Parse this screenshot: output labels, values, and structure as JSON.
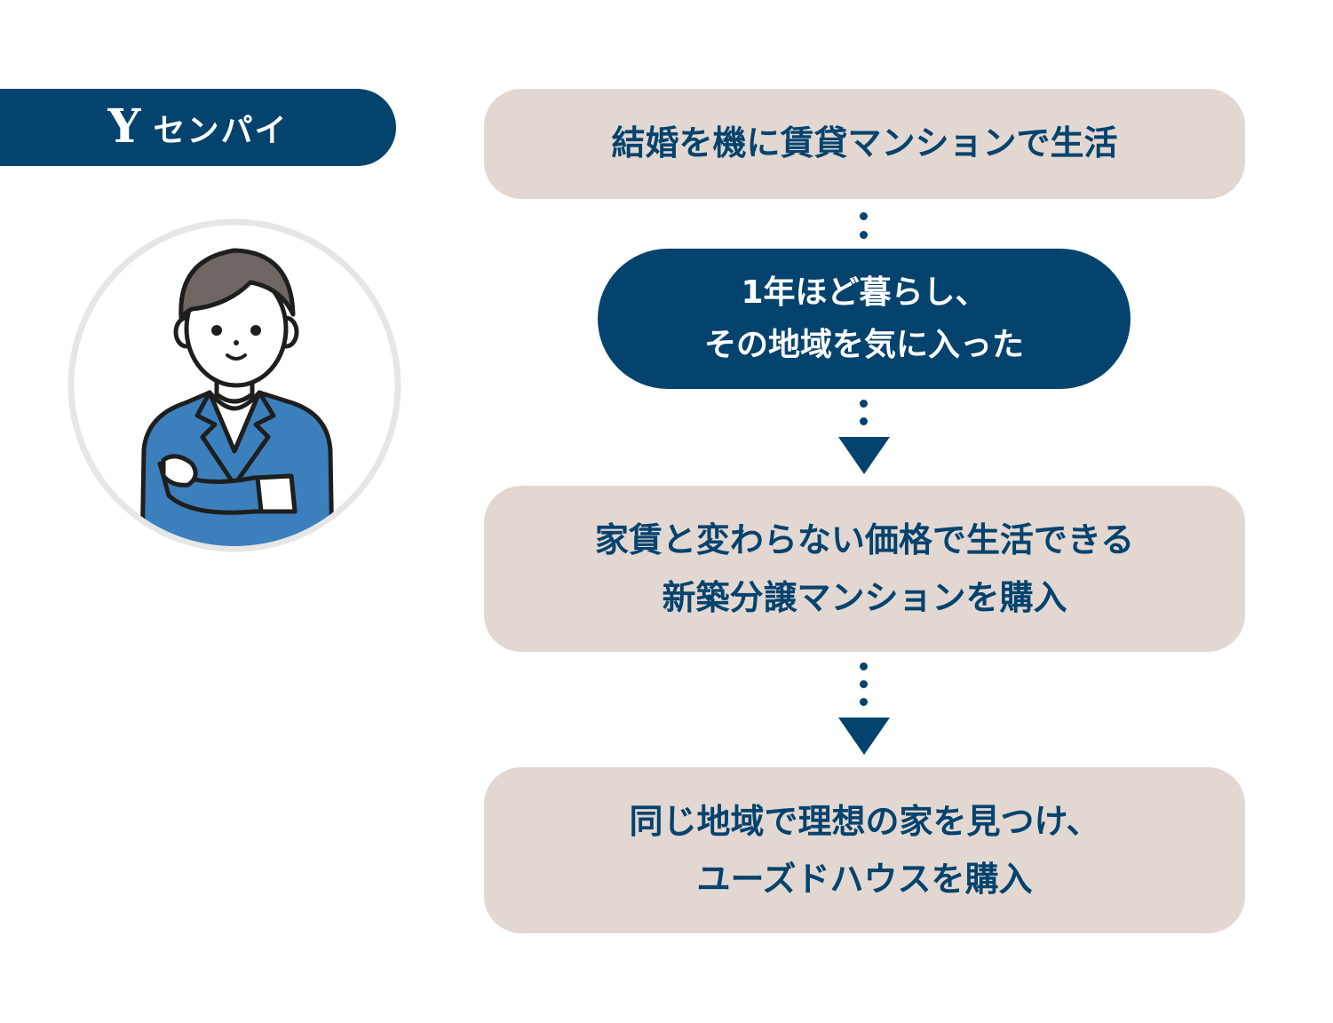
{
  "header": {
    "logo_letter": "Y",
    "title": "センパイ"
  },
  "flow": {
    "step1": "結婚を機に賃貸マンションで生活",
    "step2": "1年ほど暮らし、\nその地域を気に入った",
    "step3": "家賃と変わらない価格で生活できる\n新築分譲マンションを購入",
    "step4": "同じ地域で理想の家を見つけ、\nユーズドハウスを購入"
  },
  "colors": {
    "navy": "#03436e",
    "beige": "#e3d7d1",
    "jacket": "#3b80bd",
    "hair": "#6e6663"
  }
}
